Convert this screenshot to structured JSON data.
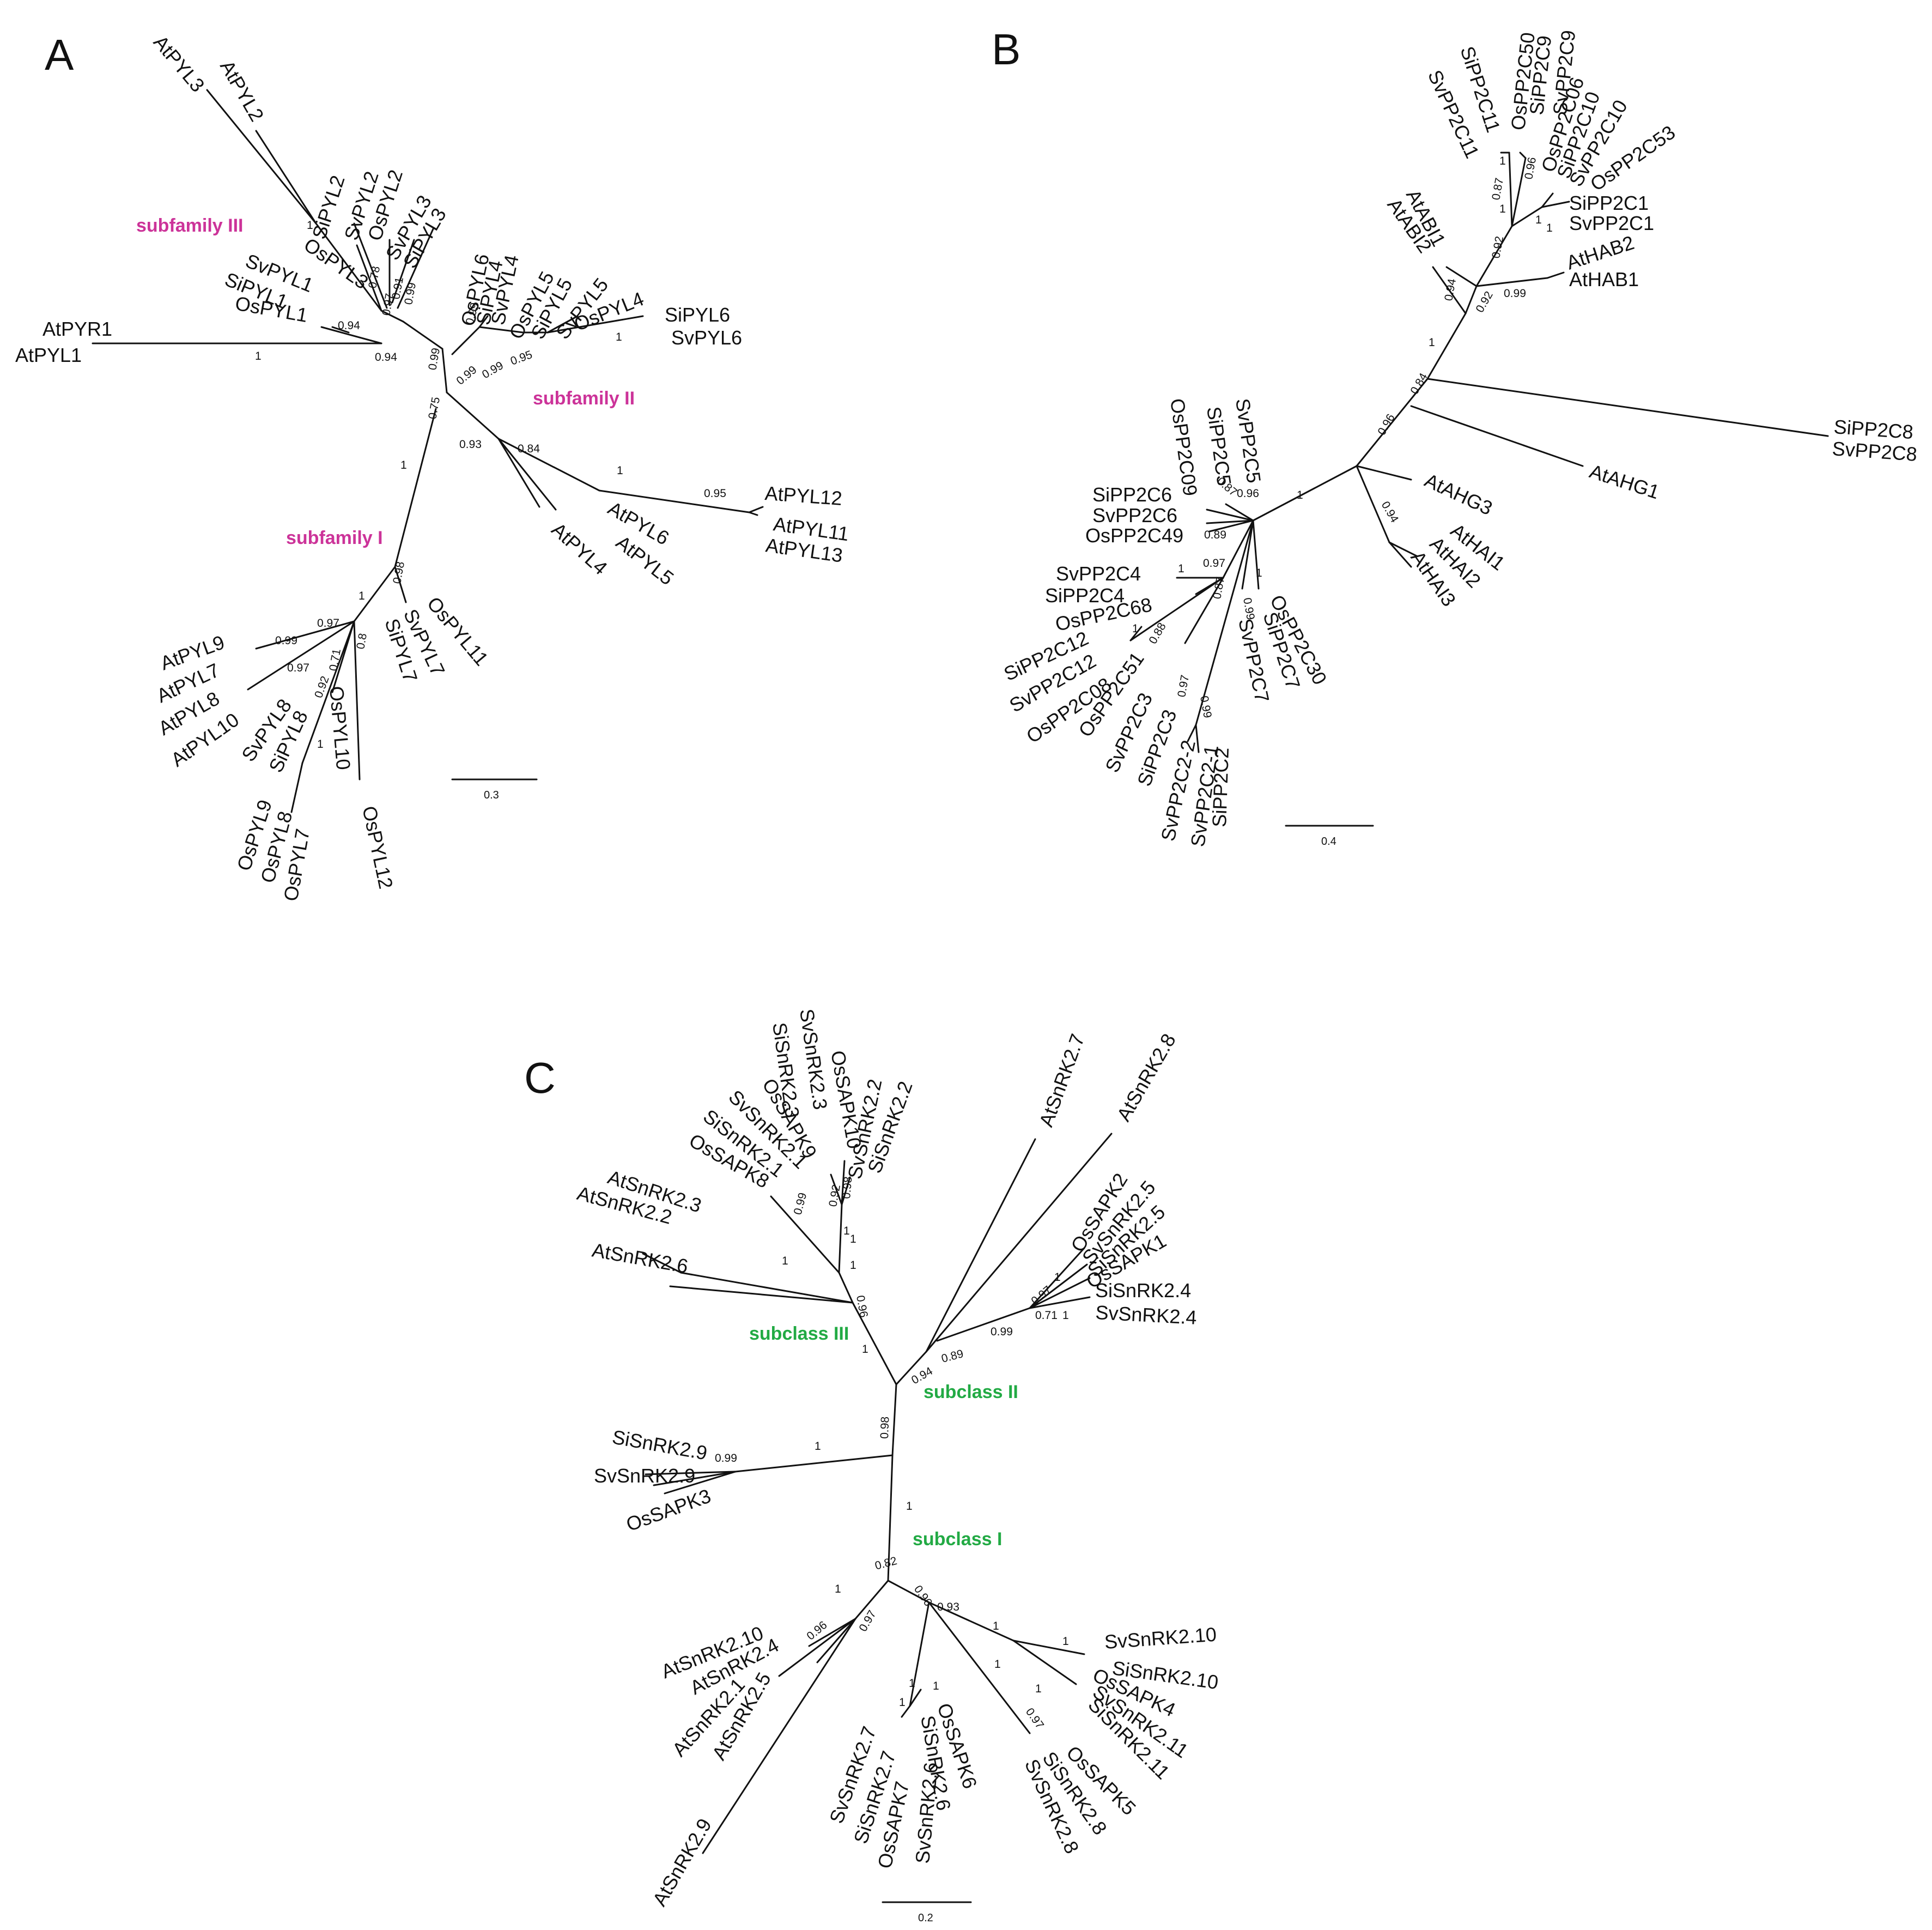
{
  "colors": {
    "branch": "#111111",
    "subfamily": "#cc3399",
    "subclass": "#22aa44"
  },
  "panels": {
    "A": {
      "letter": "A",
      "groups": [
        "subfamily III",
        "subfamily II",
        "subfamily I"
      ],
      "scale": "0.3",
      "leaves": [
        "AtPYL3",
        "AtPYL2",
        "SiPYL2",
        "SvPYL2",
        "OsPYL2",
        "OsPYL3",
        "SvPYL3",
        "SiPYL3",
        "SvPYL1",
        "SiPYL1",
        "OsPYL1",
        "AtPYR1",
        "AtPYL1",
        "OsPYL6",
        "SiPYL4",
        "SvPYL4",
        "OsPYL5",
        "SiPYL5",
        "SvPYL5",
        "OsPYL4",
        "SiPYL6",
        "SvPYL6",
        "AtPYL12",
        "AtPYL11",
        "AtPYL13",
        "AtPYL6",
        "AtPYL5",
        "AtPYL4",
        "OsPYL11",
        "SvPYL7",
        "SiPYL7",
        "AtPYL9",
        "AtPYL7",
        "AtPYL8",
        "AtPYL10",
        "SvPYL8",
        "SiPYL8",
        "OsPYL10",
        "OsPYL9",
        "OsPYL8",
        "OsPYL7",
        "OsPYL12"
      ],
      "supports": [
        "1",
        "0.78",
        "0.91",
        "0.99",
        "0.97",
        "0.94",
        "1",
        "0.94",
        "0.99",
        "0.99",
        "0.99",
        "0.99",
        "0.95",
        "1",
        "0.75",
        "0.93",
        "0.84",
        "1",
        "0.95",
        "1",
        "0.98",
        "1",
        "0.99",
        "0.97",
        "0.97",
        "0.71",
        "0.92",
        "0.8",
        "1"
      ]
    },
    "B": {
      "letter": "B",
      "scale": "0.4",
      "leaves": [
        "SvPP2C11",
        "SiPP2C11",
        "OsPP2C50",
        "SiPP2C9",
        "SvPP2C9",
        "OsPP2C06",
        "SiPP2C10",
        "SvPP2C10",
        "OsPP2C53",
        "SiPP2C1",
        "SvPP2C1",
        "AtABI1",
        "AtABI2",
        "AtHAB2",
        "AtHAB1",
        "SiPP2C8",
        "SvPP2C8",
        "AtAHG1",
        "AtAHG3",
        "AtHAI1",
        "AtHAI2",
        "AtHAI3",
        "OsPP2C09",
        "SiPP2C5",
        "SvPP2C5",
        "SiPP2C6",
        "SvPP2C6",
        "OsPP2C49",
        "SvPP2C4",
        "SiPP2C4",
        "OsPP2C68",
        "SiPP2C12",
        "SvPP2C12",
        "OsPP2C08",
        "OsPP2C51",
        "OsPP2C30",
        "SiPP2C7",
        "SvPP2C7",
        "SvPP2C3",
        "SiPP2C3",
        "SvPP2C2-2",
        "SvPP2C2-1",
        "SiPP2C2"
      ],
      "supports": [
        "0.87",
        "1",
        "0.96",
        "1",
        "0.92",
        "1",
        "1",
        "0.94",
        "0.92",
        "0.99",
        "1",
        "0.84",
        "0.96",
        "0.94",
        "1",
        "0.87",
        "0.96",
        "0.89",
        "0.97",
        "1",
        "0.87",
        "0.99",
        "1",
        "0.88",
        "1",
        "0.97",
        "0.99"
      ]
    },
    "C": {
      "letter": "C",
      "groups": [
        "subclass III",
        "subclass II",
        "subclass I"
      ],
      "scale": "0.2",
      "leaves": [
        "SvSnRK2.3",
        "SiSnRK2.3",
        "OsSAPK10",
        "SvSnRK2.2",
        "SiSnRK2.2",
        "OsSAPK9",
        "SvSnRK2.1",
        "SiSnRK2.1",
        "OsSAPK8",
        "AtSnRK2.3",
        "AtSnRK2.2",
        "AtSnRK2.6",
        "AtSnRK2.7",
        "AtSnRK2.8",
        "OsSAPK2",
        "SvSnRK2.5",
        "SiSnRK2.5",
        "OsSAPK1",
        "SiSnRK2.4",
        "SvSnRK2.4",
        "SiSnRK2.9",
        "SvSnRK2.9",
        "OsSAPK3",
        "AtSnRK2.10",
        "AtSnRK2.4",
        "AtSnRK2.1",
        "AtSnRK2.5",
        "AtSnRK2.9",
        "SvSnRK2.7",
        "SiSnRK2.7",
        "OsSAPK7",
        "SvSnRK2.6",
        "SiSnRK2.6",
        "OsSAPK6",
        "SvSnRK2.10",
        "SiSnRK2.10",
        "OsSAPK4",
        "SvSnRK2.11",
        "SiSnRK2.11",
        "OsSAPK5",
        "SiSnRK2.8",
        "SvSnRK2.8"
      ],
      "supports": [
        "1",
        "0.99",
        "0.92",
        "0.98",
        "1",
        "1",
        "1",
        "0.96",
        "1",
        "0.94",
        "0.89",
        "0.99",
        "1",
        "0.97",
        "0.71",
        "1",
        "0.98",
        "0.99",
        "1",
        "1",
        "0.82",
        "0.96",
        "0.93",
        "1",
        "0.97",
        "0.96",
        "1",
        "1",
        "1",
        "1",
        "1",
        "1",
        "0.97",
        "1"
      ]
    }
  }
}
